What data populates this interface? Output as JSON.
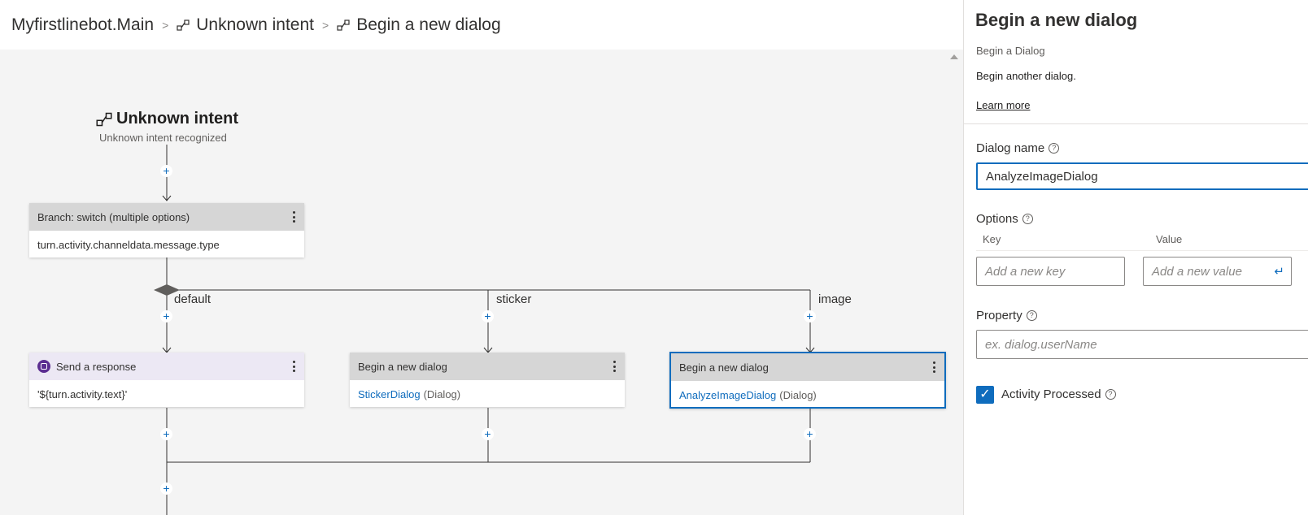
{
  "breadcrumb": {
    "items": [
      {
        "label": "Myfirstlinebot.Main",
        "icon": ""
      },
      {
        "label": "Unknown intent",
        "icon": "trigger-icon"
      },
      {
        "label": "Begin a new dialog",
        "icon": "dialog-icon"
      }
    ],
    "separator": ">"
  },
  "canvas": {
    "trigger": {
      "title": "Unknown intent",
      "subtitle": "Unknown intent recognized"
    },
    "switch_node": {
      "header": "Branch: switch (multiple options)",
      "body": "turn.activity.channeldata.message.type"
    },
    "branches": [
      "default",
      "sticker",
      "image"
    ],
    "send_response": {
      "header": "Send a response",
      "body": "'${turn.activity.text}'"
    },
    "sticker_dialog": {
      "header": "Begin a new dialog",
      "dialog": "StickerDialog",
      "kind": "(Dialog)"
    },
    "image_dialog": {
      "header": "Begin a new dialog",
      "dialog": "AnalyzeImageDialog",
      "kind": "(Dialog)"
    },
    "plus_symbol": "+",
    "colors": {
      "accent": "#0f6cbd",
      "node_header": "#d6d6d6",
      "response_header": "#ece8f4",
      "canvas_bg": "#f4f4f4"
    }
  },
  "panel": {
    "title": "Begin a new dialog",
    "subtitle": "Begin a Dialog",
    "description": "Begin another dialog.",
    "learn_more": "Learn more",
    "dialog_name_label": "Dialog name",
    "dialog_name_value": "AnalyzeImageDialog",
    "options_label": "Options",
    "key_col": "Key",
    "value_col": "Value",
    "key_placeholder": "Add a new key",
    "value_placeholder": "Add a new value",
    "property_label": "Property",
    "property_placeholder": "ex. dialog.userName",
    "activity_processed_label": "Activity Processed",
    "activity_processed_checked": true,
    "help_symbol": "?"
  }
}
